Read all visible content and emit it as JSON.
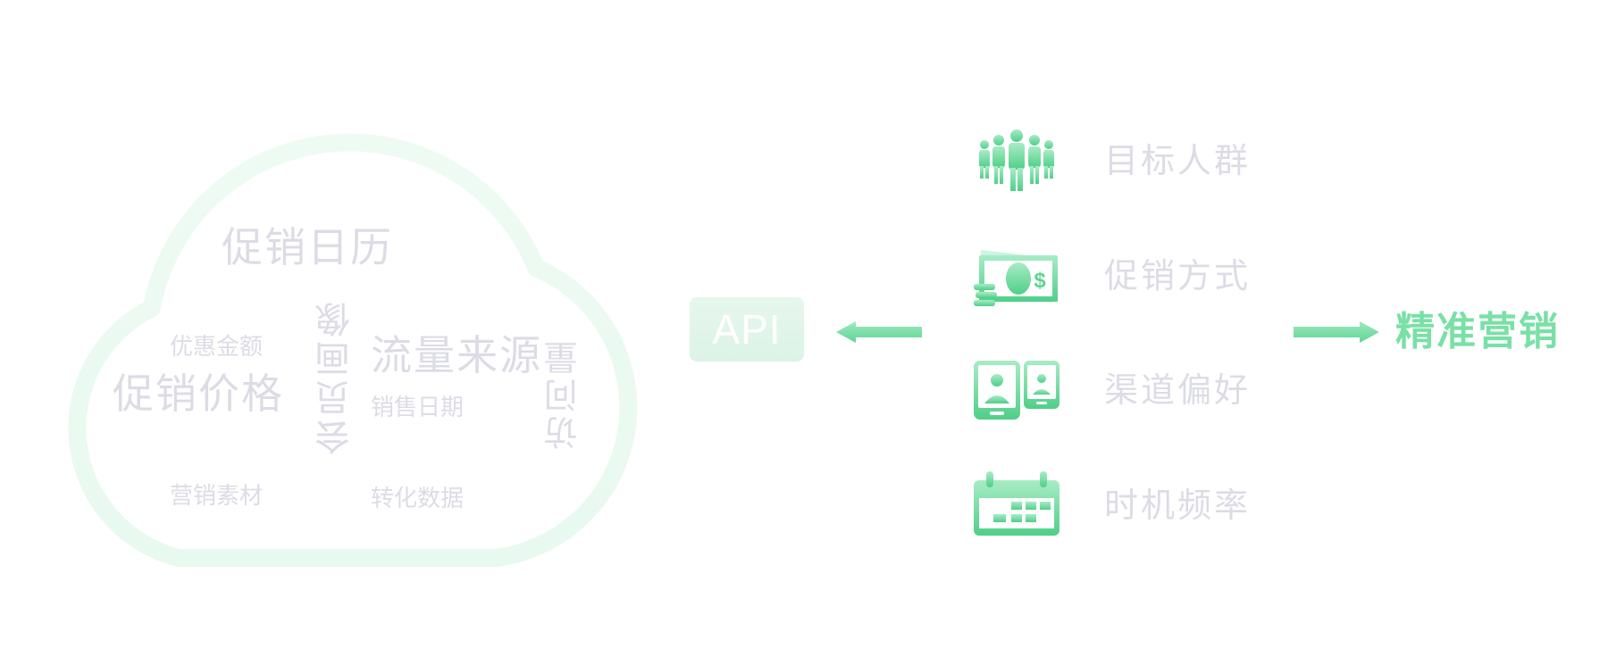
{
  "colors": {
    "accent_green": "#5ed594",
    "accent_green_light": "#9eeac0",
    "cloud_outline": "#ecfaf2",
    "muted_text": "#dcdce6",
    "result_text": "#79e0a6"
  },
  "cloud": {
    "words": {
      "promo_calendar": "促销日历",
      "discount_amount": "优惠金额",
      "promo_price": "促销价格",
      "member_profile": "会员画像",
      "traffic_source": "流量来源",
      "sales_date": "销售日期",
      "visits": "访问量",
      "marketing_material": "营销素材",
      "conversion_data": "转化数据"
    }
  },
  "api": {
    "label": "API"
  },
  "factors": [
    {
      "label": "目标人群",
      "icon": "people-group-icon"
    },
    {
      "label": "促销方式",
      "icon": "money-coins-icon"
    },
    {
      "label": "渠道偏好",
      "icon": "device-users-icon"
    },
    {
      "label": "时机频率",
      "icon": "calendar-icon"
    }
  ],
  "result": {
    "label": "精准营销"
  }
}
